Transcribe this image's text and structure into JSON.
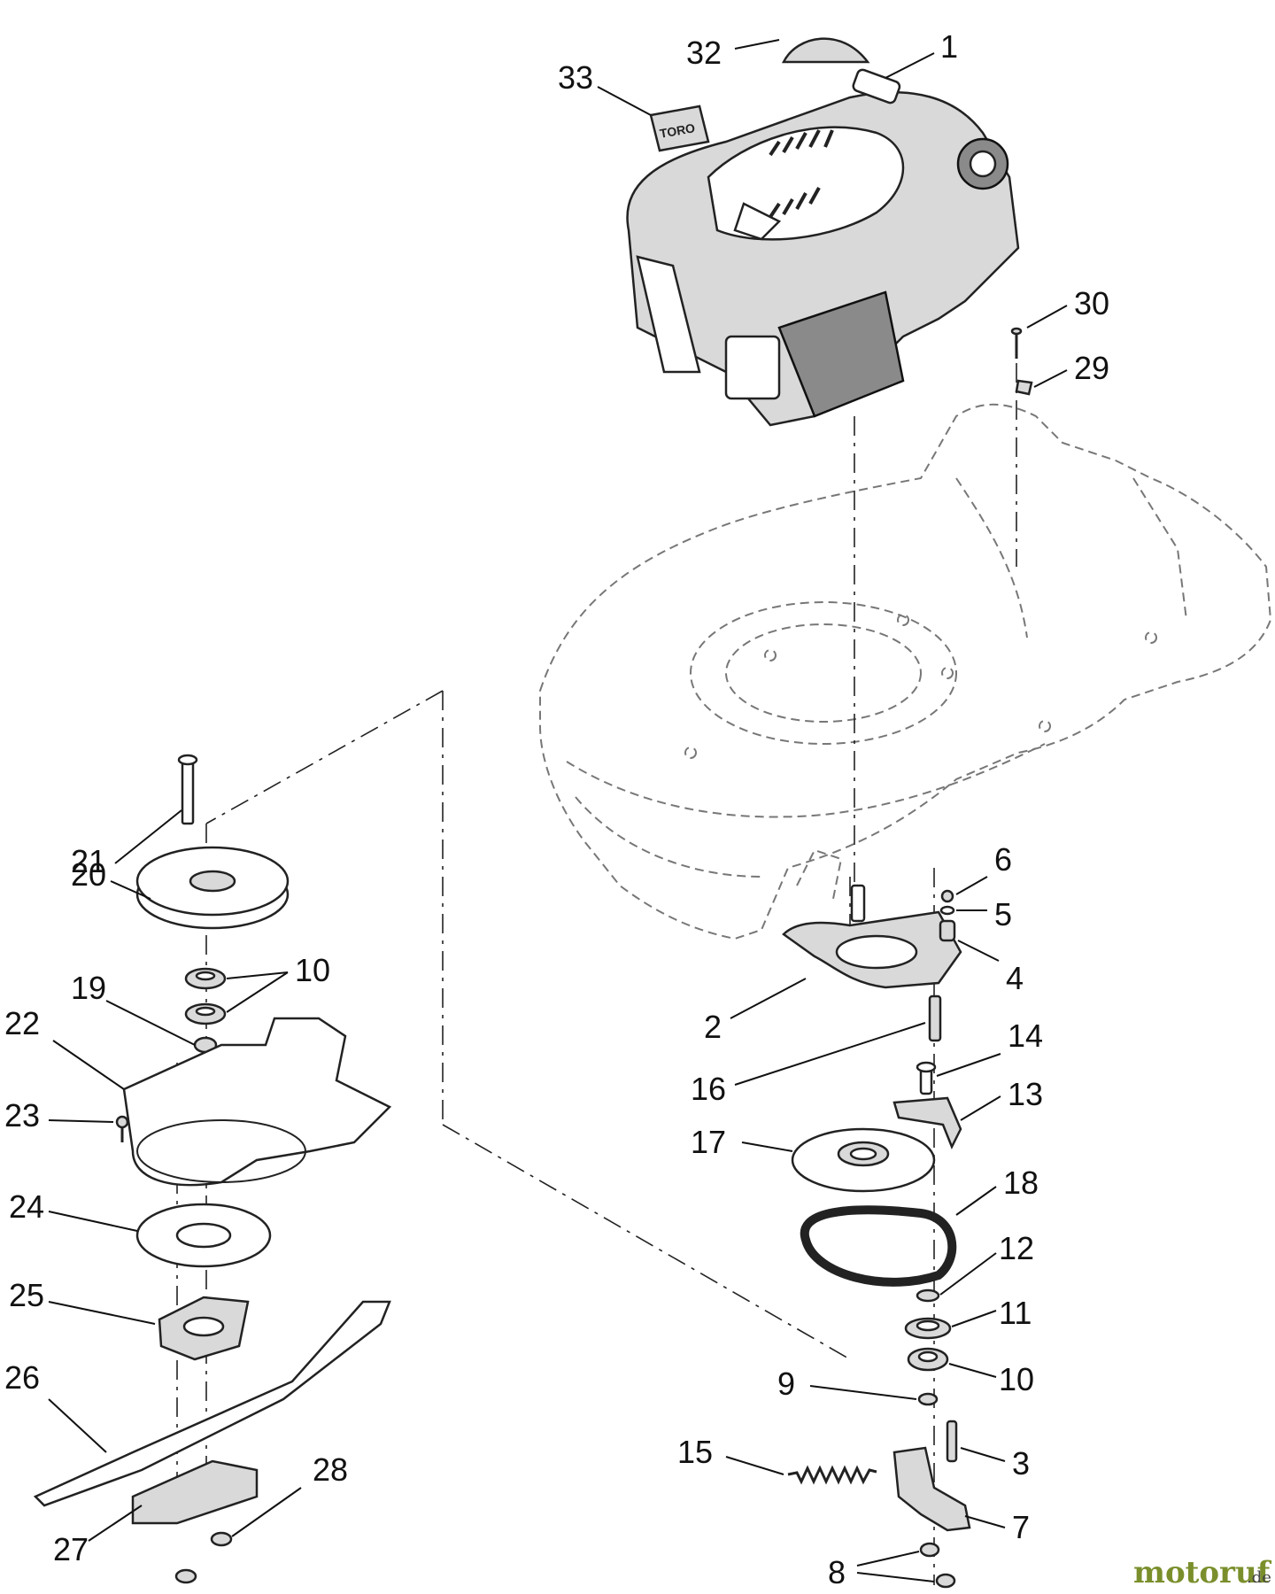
{
  "diagram": {
    "callouts": [
      {
        "id": "1",
        "text": "1"
      },
      {
        "id": "2",
        "text": "2"
      },
      {
        "id": "3",
        "text": "3"
      },
      {
        "id": "4",
        "text": "4"
      },
      {
        "id": "5",
        "text": "5"
      },
      {
        "id": "6",
        "text": "6"
      },
      {
        "id": "7",
        "text": "7"
      },
      {
        "id": "8",
        "text": "8"
      },
      {
        "id": "9",
        "text": "9"
      },
      {
        "id": "10a",
        "text": "10"
      },
      {
        "id": "10b",
        "text": "10"
      },
      {
        "id": "11",
        "text": "11"
      },
      {
        "id": "12",
        "text": "12"
      },
      {
        "id": "13",
        "text": "13"
      },
      {
        "id": "14",
        "text": "14"
      },
      {
        "id": "15",
        "text": "15"
      },
      {
        "id": "16",
        "text": "16"
      },
      {
        "id": "17",
        "text": "17"
      },
      {
        "id": "18",
        "text": "18"
      },
      {
        "id": "19",
        "text": "19"
      },
      {
        "id": "20",
        "text": "20"
      },
      {
        "id": "21",
        "text": "21"
      },
      {
        "id": "22",
        "text": "22"
      },
      {
        "id": "23",
        "text": "23"
      },
      {
        "id": "24",
        "text": "24"
      },
      {
        "id": "25",
        "text": "25"
      },
      {
        "id": "26",
        "text": "26"
      },
      {
        "id": "27",
        "text": "27"
      },
      {
        "id": "28",
        "text": "28"
      },
      {
        "id": "29",
        "text": "29"
      },
      {
        "id": "30",
        "text": "30"
      },
      {
        "id": "32",
        "text": "32"
      },
      {
        "id": "33",
        "text": "33"
      }
    ]
  },
  "decal_text": "TORO",
  "watermark": {
    "brand": "motoruf",
    "tld": ".de",
    "brand_color": "#7a8f2c"
  }
}
